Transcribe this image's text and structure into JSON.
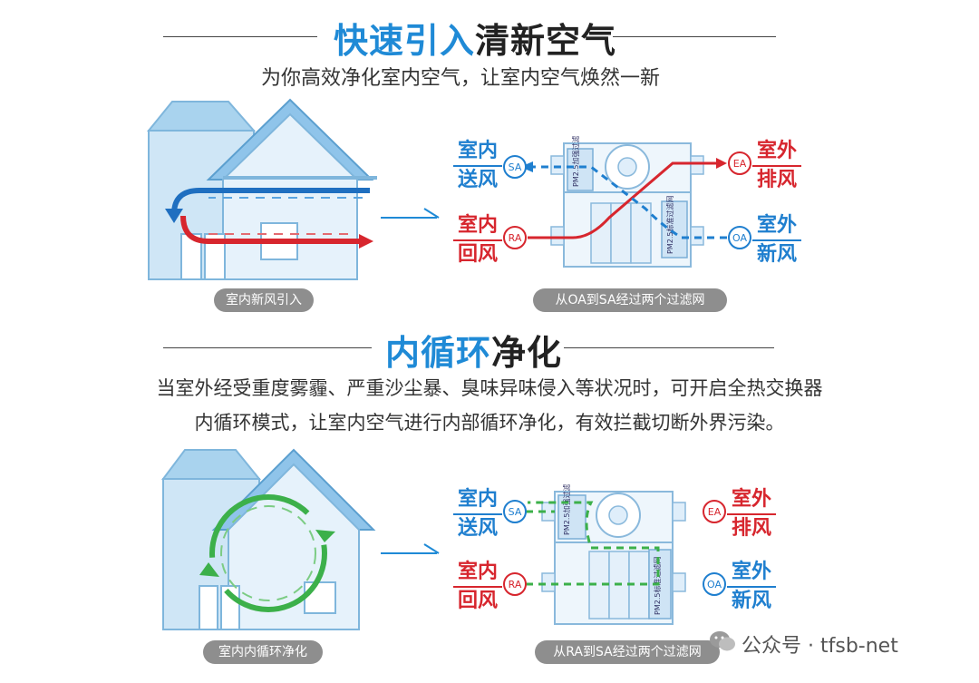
{
  "section1": {
    "title_blue": "快速引入",
    "title_dark": "清新空气",
    "subtitle": "为你高效净化室内空气，让室内空气焕然一新",
    "house_caption": "室内新风引入",
    "unit_caption": "从OA到SA经过两个过滤网",
    "labels": {
      "sa_line1": "室内",
      "sa_line2": "送风",
      "sa_code": "SA",
      "ra_line1": "室内",
      "ra_line2": "回风",
      "ra_code": "RA",
      "ea_line1": "室外",
      "ea_line2": "排风",
      "ea_code": "EA",
      "oa_line1": "室外",
      "oa_line2": "新风",
      "oa_code": "OA"
    },
    "filter_top": "PM2.5加强过滤网",
    "filter_bottom": "PM2.5标准过滤网"
  },
  "section2": {
    "title_blue": "内循环",
    "title_dark": "净化",
    "para_line1": "当室外经受重度雾霾、严重沙尘暴、臭味异味侵入等状况时，可开启全热交换器",
    "para_line2": "内循环模式，让室内空气进行内部循环净化，有效拦截切断外界污染。",
    "house_caption": "室内内循环净化",
    "unit_caption": "从RA到SA经过两个过滤网",
    "labels": {
      "sa_line1": "室内",
      "sa_line2": "送风",
      "sa_code": "SA",
      "ra_line1": "室内",
      "ra_line2": "回风",
      "ra_code": "RA",
      "ea_line1": "室外",
      "ea_line2": "排风",
      "ea_code": "EA",
      "oa_line1": "室外",
      "oa_line2": "新风",
      "oa_code": "OA"
    },
    "filter_top": "PM2.5加强过滤网",
    "filter_bottom": "PM2.5标准过滤网"
  },
  "watermark": "公众号 · tfsb-net",
  "colors": {
    "blue": "#1f8ad6",
    "red": "#d7262e",
    "green": "#3cb04a",
    "house": "#a9d3ee"
  }
}
